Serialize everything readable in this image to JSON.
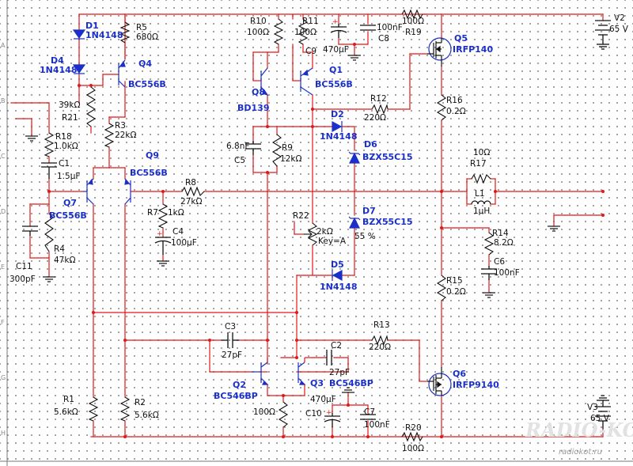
{
  "colors": {
    "wire": "#e01818",
    "part": "#111111",
    "semiconductor": "#1b2fc9",
    "frame": "#7a7a7a"
  },
  "components": {
    "d1": {
      "ref": "D1",
      "value": "1N4148"
    },
    "d4": {
      "ref": "D4",
      "value": "1N4148"
    },
    "r5": {
      "ref": "R5",
      "value": "680Ω"
    },
    "q4": {
      "ref": "Q4",
      "value": "BC556B"
    },
    "r21": {
      "ref": "R21",
      "value": "39kΩ"
    },
    "r3": {
      "ref": "R3",
      "value": "22kΩ"
    },
    "r18": {
      "ref": "R18",
      "value": "1.0kΩ"
    },
    "c1": {
      "ref": "C1",
      "value": "1.5µF"
    },
    "q9": {
      "ref": "Q9",
      "value": "BC556B"
    },
    "q7": {
      "ref": "Q7",
      "value": "BC556B"
    },
    "r8": {
      "ref": "R8",
      "value": "27kΩ"
    },
    "r7": {
      "ref": "R7",
      "value": "1kΩ"
    },
    "c4": {
      "ref": "C4",
      "value": "100µF"
    },
    "r4": {
      "ref": "R4",
      "value": "47kΩ"
    },
    "c11": {
      "ref": "C11",
      "value": "300pF"
    },
    "r1": {
      "ref": "R1",
      "value": "5.6kΩ"
    },
    "r2": {
      "ref": "R2",
      "value": "5.6kΩ"
    },
    "r10": {
      "ref": "R10",
      "value": "100Ω"
    },
    "q8": {
      "ref": "Q8",
      "value": "BD139"
    },
    "c5": {
      "ref": "C5",
      "value": "6.8nF"
    },
    "r9": {
      "ref": "R9",
      "value": "12kΩ"
    },
    "r11": {
      "ref": "R11",
      "value": "100Ω"
    },
    "c9": {
      "ref": "C9",
      "value": "470µF"
    },
    "c8": {
      "ref": "C8",
      "value": "100nF"
    },
    "q1": {
      "ref": "Q1",
      "value": "BC556B"
    },
    "r19": {
      "ref": "R19",
      "value": "100Ω"
    },
    "q5": {
      "ref": "Q5",
      "value": "IRFP140"
    },
    "v2": {
      "ref": "V2",
      "value": "65 V"
    },
    "r12": {
      "ref": "R12",
      "value": "220Ω"
    },
    "d2": {
      "ref": "D2",
      "value": "1N4148"
    },
    "d6": {
      "ref": "D6",
      "value": "BZX55C15"
    },
    "r16": {
      "ref": "R16",
      "value": "0.2Ω"
    },
    "r17": {
      "ref": "R17",
      "value": "10Ω"
    },
    "l1": {
      "ref": "L1",
      "value": "1µH"
    },
    "r22": {
      "ref": "R22",
      "value": "2kΩ",
      "key": "Key=A",
      "percent": "55 %"
    },
    "d7": {
      "ref": "D7",
      "value": "BZX55C15"
    },
    "d5": {
      "ref": "D5",
      "value": "1N4148"
    },
    "r14": {
      "ref": "R14",
      "value": "8.2Ω"
    },
    "c6": {
      "ref": "C6",
      "value": "100nF"
    },
    "r15": {
      "ref": "R15",
      "value": "0.2Ω"
    },
    "c3": {
      "ref": "C3",
      "value": "27pF"
    },
    "c2": {
      "ref": "C2",
      "value": "27pF"
    },
    "r13": {
      "ref": "R13",
      "value": "220Ω"
    },
    "q2": {
      "ref": "Q2",
      "value": "BC546BP"
    },
    "q3": {
      "ref": "Q3",
      "value": "BC546BP"
    },
    "r6": {
      "ref": "",
      "value": "100Ω"
    },
    "c10": {
      "ref": "C10",
      "value": "470µF"
    },
    "c7": {
      "ref": "C7",
      "value": "100nF"
    },
    "r20": {
      "ref": "R20",
      "value": "100Ω"
    },
    "q6": {
      "ref": "Q6",
      "value": "IRFP9140"
    },
    "v3": {
      "ref": "V3",
      "value": "65 V"
    }
  },
  "frame_labels": {
    "left": [
      "A",
      "B",
      "C",
      "D",
      "E",
      "F",
      "G",
      "H"
    ]
  },
  "watermark": {
    "logo": "RADIO-KOT",
    "site": "radiokot.ru"
  }
}
